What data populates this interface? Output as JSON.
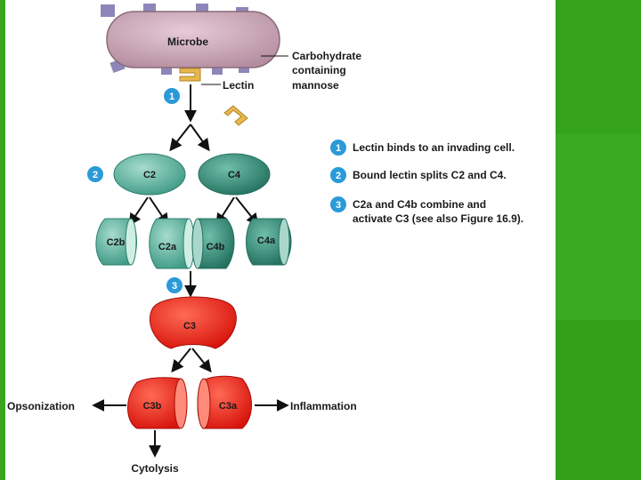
{
  "colors": {
    "slide_background": "#3aa820",
    "microbe_fill": "#c9a3b3",
    "microbe_stroke": "#8a6a78",
    "receptor": "#8e86b8",
    "lectin": "#e8b84a",
    "teal": "#6cb8a4",
    "teal_dark": "#2f7f6f",
    "c3_red": "#e8231a",
    "step_badge": "#2a9ad8"
  },
  "diagram": {
    "microbe_label": "Microbe",
    "lectin_label": "Lectin",
    "carbohydrate_label": [
      "Carbohydrate",
      "containing",
      "mannose"
    ],
    "c2_label": "C2",
    "c4_label": "C4",
    "c2b_label": "C2b",
    "c2a_label": "C2a",
    "c4b_label": "C4b",
    "c4a_label": "C4a",
    "c3_label": "C3",
    "c3b_label": "C3b",
    "c3a_label": "C3a",
    "opsonization_label": "Opsonization",
    "inflammation_label": "Inflammation",
    "cytolysis_label": "Cytolysis",
    "step_badges": [
      "1",
      "2",
      "3"
    ]
  },
  "legend": [
    {
      "number": "1",
      "lines": [
        "Lectin binds to an invading cell."
      ]
    },
    {
      "number": "2",
      "lines": [
        "Bound lectin splits C2 and C4."
      ]
    },
    {
      "number": "3",
      "lines": [
        "C2a and C4b combine and",
        "activate C3 (see also Figure 16.9)."
      ]
    }
  ]
}
